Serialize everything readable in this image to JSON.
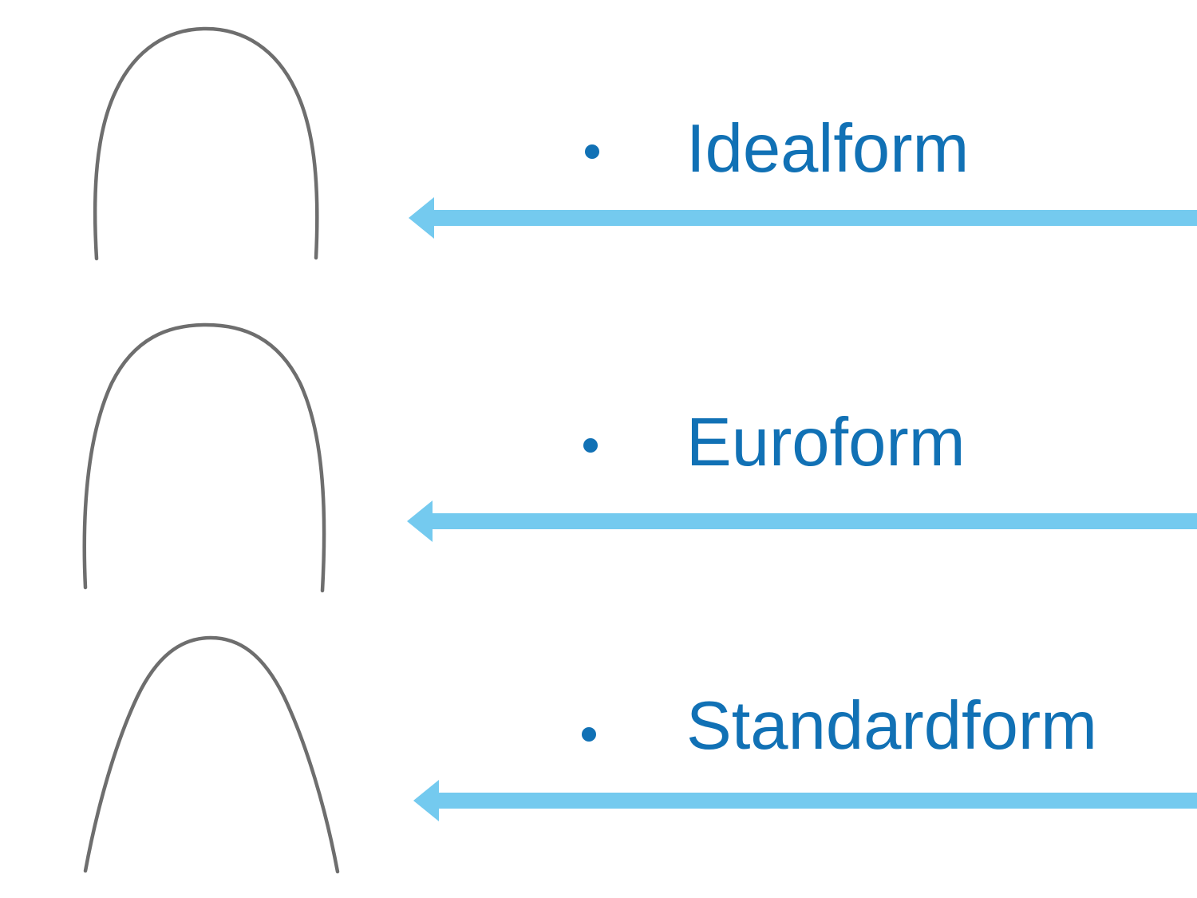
{
  "slide": {
    "background": "#FFFFFF",
    "items": [
      {
        "label": "Idealform",
        "shape": "idealform-archwire"
      },
      {
        "label": "Euroform",
        "shape": "euroform-archwire"
      },
      {
        "label": "Standardform",
        "shape": "standardform-archwire"
      }
    ]
  },
  "colors": {
    "label_blue": "#1171B5",
    "arrow_blue": "#74CAEF",
    "wire_gray": "#6E6E6E",
    "background": "#FFFFFF"
  }
}
